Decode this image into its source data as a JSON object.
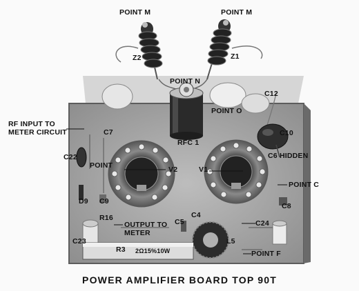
{
  "caption": "POWER AMPLIFIER BOARD TOP 90T",
  "labels": {
    "point_m_left": "POINT M",
    "point_m_right": "POINT M",
    "z2": "Z2",
    "z1": "Z1",
    "point_n": "POINT N",
    "c12": "C12",
    "point_o": "POINT O",
    "rf_input_line1": "RF INPUT TO",
    "rf_input_line2": "METER CIRCUIT",
    "c7": "C7",
    "rfc1": "RFC 1",
    "c10": "C10",
    "c22": "C22",
    "point_l": "POINT",
    "v2": "V2",
    "v1": "V1",
    "c6_hidden": "C6 HIDDEN",
    "point_c": "POINT C",
    "d9": "D9",
    "c9": "C9",
    "c8": "C8",
    "r16": "R16",
    "output_line1": "OUTPUT TO",
    "output_line2": "METER",
    "c5": "C5",
    "c4": "C4",
    "c24": "C24",
    "c23": "C23",
    "l5": "L5",
    "r3": "R3",
    "point_f": "POINT F",
    "resistor_marking": "2Ω15%10W"
  }
}
